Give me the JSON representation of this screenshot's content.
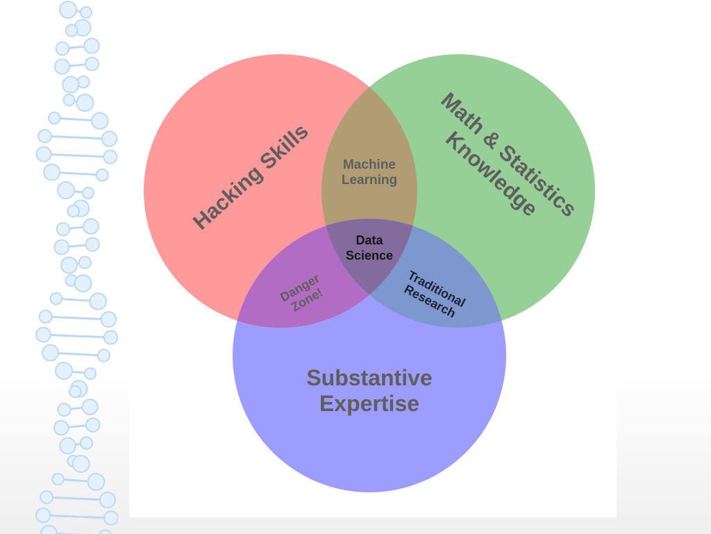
{
  "diagram": {
    "circles": [
      {
        "id": "hacking",
        "label": "Hacking Skills",
        "color": "#ff9a9a"
      },
      {
        "id": "math",
        "label_lines": [
          "Math & Statistics",
          "Knowledge"
        ],
        "color": "#96d096"
      },
      {
        "id": "substantive",
        "label_lines": [
          "Substantive",
          "Expertise"
        ],
        "color": "#9d9dff"
      }
    ],
    "overlaps": {
      "machine_learning": [
        "Machine",
        "Learning"
      ],
      "danger_zone": [
        "Danger",
        "Zone!"
      ],
      "traditional_research": [
        "Traditional",
        "Research"
      ],
      "data_science": [
        "Data",
        "Science"
      ]
    },
    "colors": {
      "machine_learning": "#b09d74",
      "danger_zone": "#b26cc2",
      "traditional_research": "#7d98cc",
      "data_science": "#836b9e",
      "label_text": "#5e5e5e",
      "dna": "#bcd9f3"
    }
  },
  "decor": {
    "dna_icon": "dna-strand-icon"
  }
}
